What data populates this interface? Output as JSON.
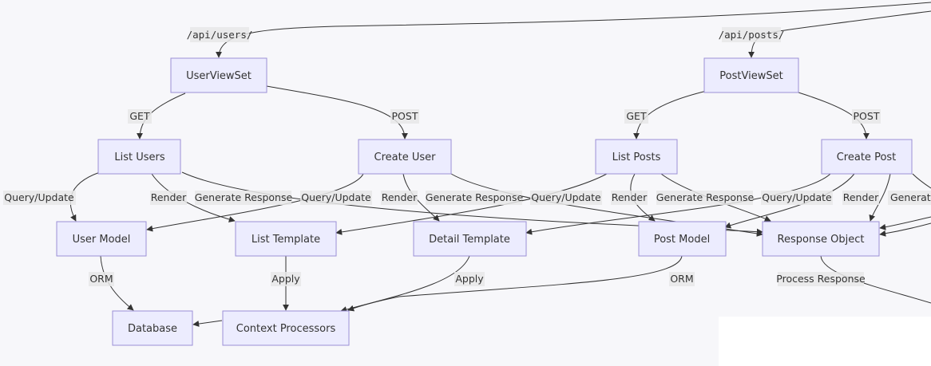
{
  "nodes": {
    "user_viewset": "UserViewSet",
    "post_viewset": "PostViewSet",
    "list_users": "List Users",
    "create_user": "Create User",
    "list_posts": "List Posts",
    "create_post": "Create Post",
    "user_model": "User Model",
    "list_template": "List Template",
    "detail_template": "Detail Template",
    "post_model": "Post Model",
    "response_object": "Response Object",
    "database": "Database",
    "context_processors": "Context Processors"
  },
  "edge_labels": {
    "api_users": "/api/users/",
    "api_posts": "/api/posts/",
    "get": "GET",
    "post": "POST",
    "query_update": "Query/Update",
    "render": "Render",
    "generate_response": "Generate Response",
    "generate_response_cut": "Generate",
    "orm": "ORM",
    "apply": "Apply",
    "process_response": "Process Response"
  }
}
